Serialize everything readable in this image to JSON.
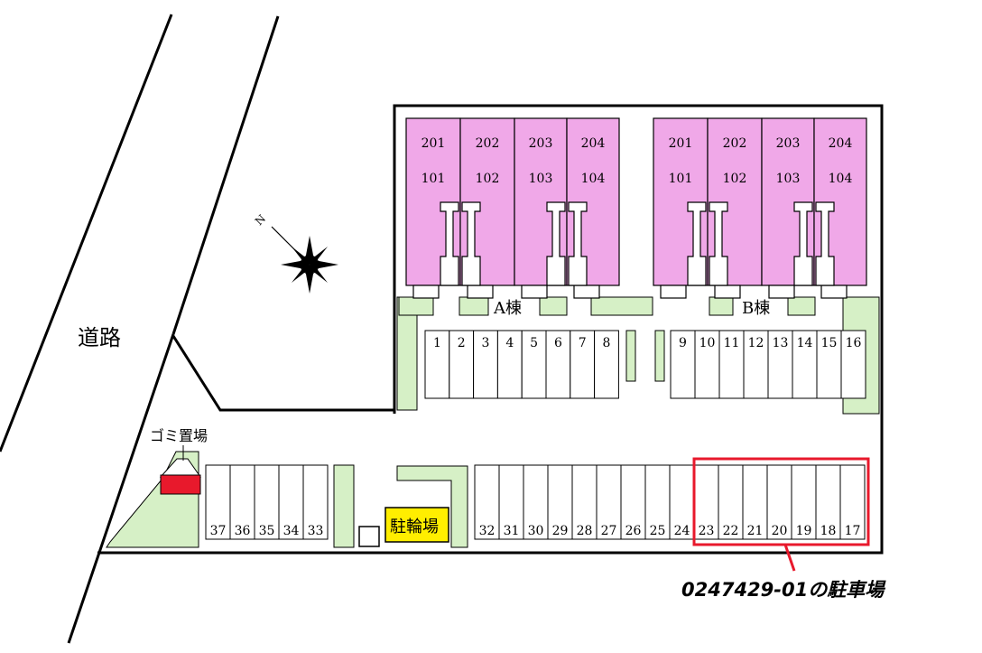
{
  "labels": {
    "road": "道路",
    "garbage": "ゴミ置場",
    "bicycle": "駐輪場",
    "building_a": "A棟",
    "building_b": "B棟",
    "compass_n": "N",
    "highlight_caption": "0247429-01の駐車場"
  },
  "building_a_units": [
    {
      "upper": "201",
      "lower": "101"
    },
    {
      "upper": "202",
      "lower": "102"
    },
    {
      "upper": "203",
      "lower": "103"
    },
    {
      "upper": "204",
      "lower": "104"
    }
  ],
  "building_b_units": [
    {
      "upper": "201",
      "lower": "101"
    },
    {
      "upper": "202",
      "lower": "102"
    },
    {
      "upper": "203",
      "lower": "103"
    },
    {
      "upper": "204",
      "lower": "104"
    }
  ],
  "parking_top_left": [
    "1",
    "2",
    "3",
    "4",
    "5",
    "6",
    "7",
    "8"
  ],
  "parking_top_right": [
    "9",
    "10",
    "11",
    "12",
    "13",
    "14",
    "15",
    "16"
  ],
  "parking_bottom_left": [
    "37",
    "36",
    "35",
    "34",
    "33"
  ],
  "parking_bottom_main": [
    "32",
    "31",
    "30",
    "29",
    "28",
    "27",
    "26",
    "25",
    "24",
    "23",
    "22",
    "21",
    "20",
    "19",
    "18",
    "17"
  ],
  "highlighted_spaces": [
    "23",
    "22",
    "21",
    "20",
    "19",
    "18",
    "17"
  ],
  "colors": {
    "unit_fill": "#f0a8e8",
    "green": "#d6f0c6",
    "garbage": "#e8192c",
    "bicycle": "#ffee00",
    "highlight": "#e8192c"
  }
}
